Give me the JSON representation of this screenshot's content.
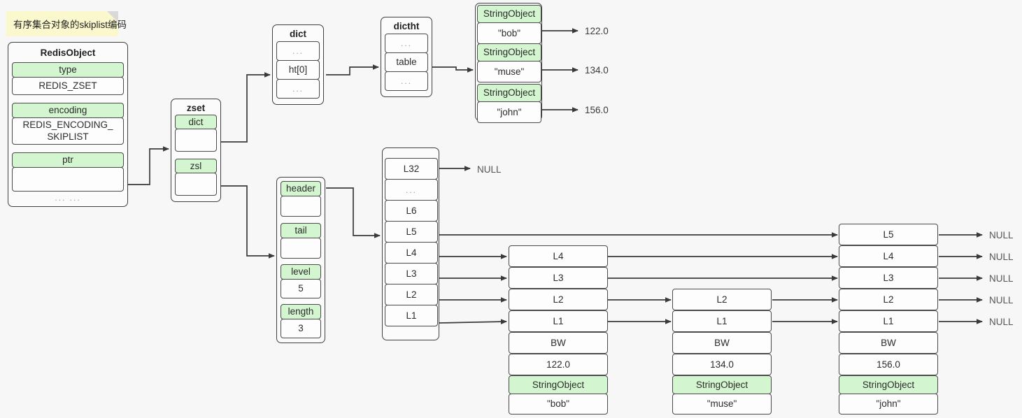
{
  "note": {
    "text": "有序集合对象的skiplist编码"
  },
  "redis_object": {
    "title": "RedisObject",
    "rows": [
      {
        "label": "type",
        "value": "REDIS_ZSET"
      },
      {
        "label": "encoding",
        "value": "REDIS_ENCODING_\nSKIPLIST"
      },
      {
        "label": "ptr",
        "value": ""
      }
    ],
    "footer": "... ..."
  },
  "zset": {
    "title": "zset",
    "rows": [
      {
        "label": "dict",
        "value": ""
      },
      {
        "label": "zsl",
        "value": ""
      }
    ]
  },
  "dict": {
    "title": "dict",
    "cells": [
      "...",
      "ht[0]",
      "..."
    ]
  },
  "dictht": {
    "title": "dictht",
    "cells": [
      "...",
      "table",
      "..."
    ]
  },
  "hash_entries": {
    "cells": [
      "StringObject",
      "\"bob\"",
      "StringObject",
      "\"muse\"",
      "StringObject",
      "\"john\""
    ],
    "scores": [
      "122.0",
      "134.0",
      "156.0"
    ]
  },
  "zskiplist": {
    "rows": [
      {
        "label": "header",
        "value": ""
      },
      {
        "label": "tail",
        "value": ""
      },
      {
        "label": "level",
        "value": "5"
      },
      {
        "label": "length",
        "value": "3"
      }
    ]
  },
  "skiplist_header_node": {
    "cells": [
      "L32",
      "...",
      "L6",
      "L5",
      "L4",
      "L3",
      "L2",
      "L1"
    ],
    "null_label": "NULL"
  },
  "skiplist_nodes": [
    {
      "name": "node-bob",
      "levels": [
        "L4",
        "L3",
        "L2",
        "L1"
      ],
      "backward": "BW",
      "score": "122.0",
      "obj_label": "StringObject",
      "member": "\"bob\""
    },
    {
      "name": "node-muse",
      "levels": [
        "L2",
        "L1"
      ],
      "backward": "BW",
      "score": "134.0",
      "obj_label": "StringObject",
      "member": "\"muse\""
    },
    {
      "name": "node-john",
      "levels": [
        "L5",
        "L4",
        "L3",
        "L2",
        "L1"
      ],
      "backward": "BW",
      "score": "156.0",
      "obj_label": "StringObject",
      "member": "\"john\"",
      "null_labels": [
        "NULL",
        "NULL",
        "NULL",
        "NULL",
        "NULL"
      ]
    }
  ],
  "colors": {
    "green": "#d3f5cf",
    "note": "#fbf8cd",
    "stroke": "#3f3f3f",
    "background": "#f7f7f7"
  }
}
